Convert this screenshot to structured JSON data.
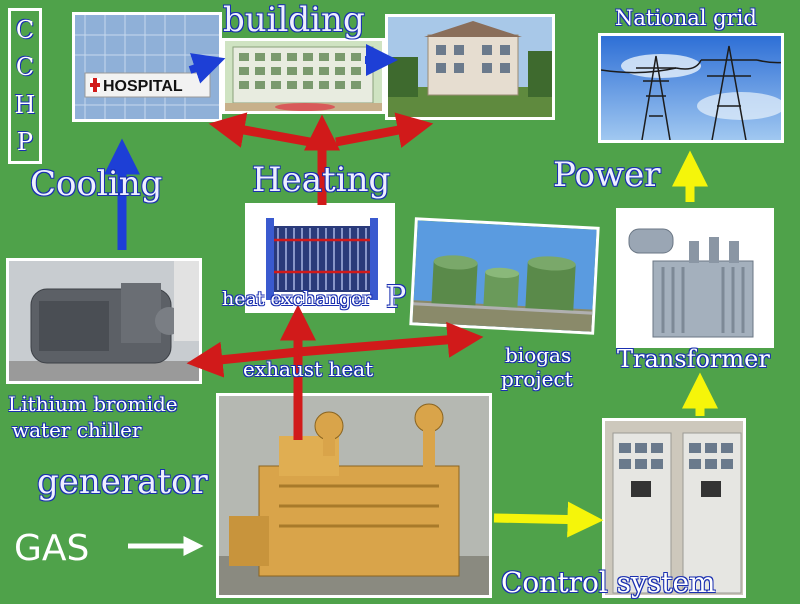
{
  "diagram": {
    "side_letters": [
      "C",
      "C",
      "H",
      "P"
    ],
    "labels": {
      "building": "building",
      "national_grid": "National grid",
      "cooling": "Cooling",
      "heating": "Heating",
      "power": "Power",
      "heat_exchanger": "heat exchanger",
      "exhaust_heat": "exhaust heat",
      "biogas": "biogas",
      "project": "project",
      "transformer": "Transformer",
      "chiller_line1": "Lithium bromide",
      "chiller_line2": "water chiller",
      "generator": "generator",
      "gas": "GAS",
      "control_system": "Control system",
      "hospital_sign": "HOSPITAL",
      "stray_p": "P"
    },
    "colors": {
      "background": "#4fa24a",
      "label_text": "#ffffff",
      "label_outline": "#1a2fb0",
      "arrow_red": "#d11a1a",
      "arrow_blue": "#1d3fd6",
      "arrow_yellow": "#f5f50a",
      "arrow_white": "#ffffff"
    }
  }
}
